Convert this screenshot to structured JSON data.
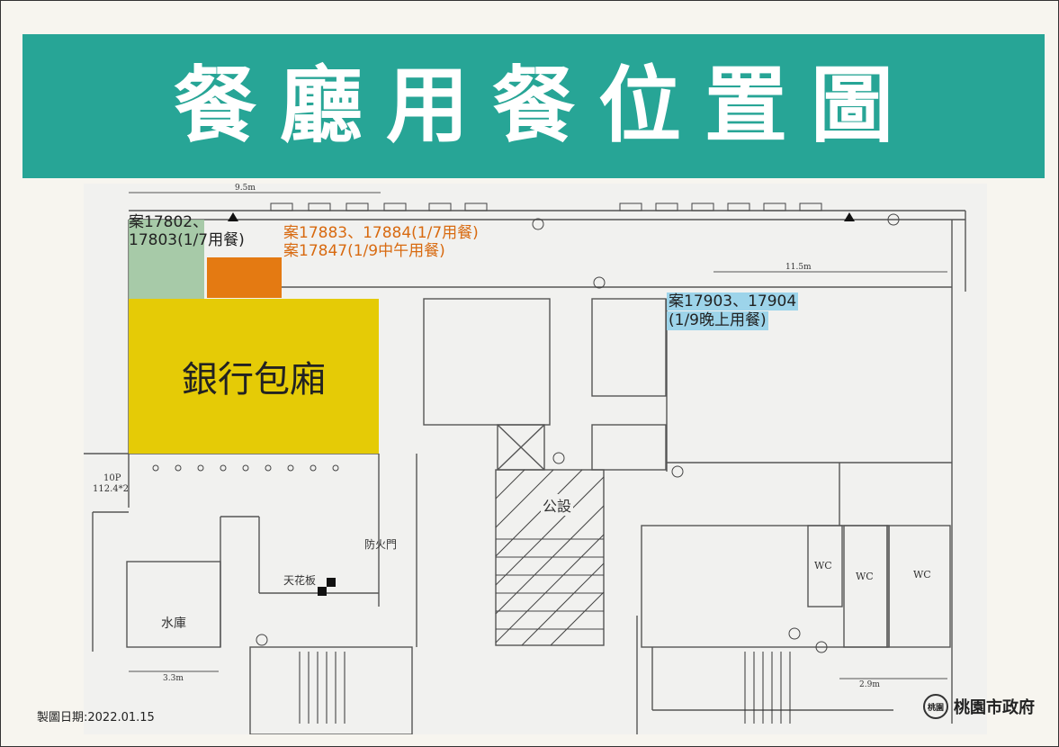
{
  "title": "餐廳用餐位置圖",
  "zones": {
    "bank_room": "銀行包廂",
    "green_case": [
      "案17802、",
      "17803(1/7用餐)"
    ],
    "orange_case": [
      "案17883、17884(1/7用餐)",
      "案17847(1/9中午用餐)"
    ],
    "blue_case": [
      "案17903、17904",
      "(1/9晚上用餐)"
    ]
  },
  "plan_labels": {
    "dim_top": "9.5m",
    "dim_mid": "11.5m",
    "dim_bottom_left": "3.3m",
    "dim_bottom_right": "2.9m",
    "fire_door": "防火門",
    "ceiling": "天花板",
    "water_tank": "水庫",
    "public_area": "公設",
    "wc1": "WC",
    "wc2": "WC",
    "wc3": "WC",
    "light_10p": "10P",
    "light_spec": "112.4*2"
  },
  "footer": {
    "date_label": "製圖日期:2022.01.15",
    "org": "桃園市政府",
    "seal_text": "桃園"
  },
  "colors": {
    "banner": "#27a596",
    "green_zone": "#9fc5a0",
    "orange_zone": "#e47a12",
    "yellow_zone": "#e5cb06",
    "blue_highlight": "#9dd4ea",
    "orange_text": "#d86a10"
  }
}
